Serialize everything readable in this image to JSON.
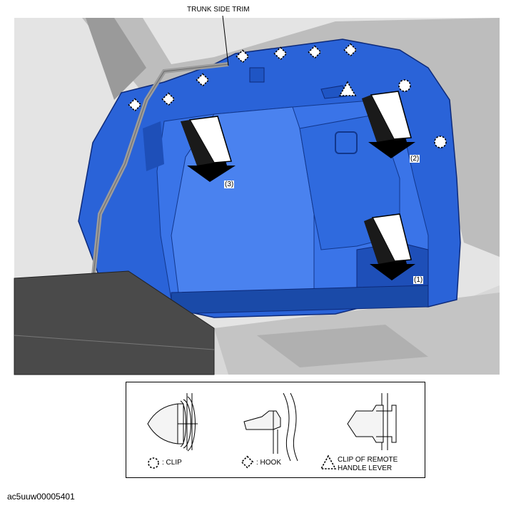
{
  "callout": {
    "label": "TRUNK SIDE TRIM"
  },
  "steps": [
    {
      "label": "(1)"
    },
    {
      "label": "(2)"
    },
    {
      "label": "(3)"
    }
  ],
  "legend": {
    "clip_label": ": CLIP",
    "hook_label": ": HOOK",
    "remote_clip_line1": "CLIP OF REMOTE",
    "remote_clip_line2": "HANDLE LEVER"
  },
  "figure_id": "ac5uuw00005401",
  "colors": {
    "trim": "#2a63d8",
    "trim_dark": "#173d9e",
    "body_gray": "#cfcfcf",
    "floor_dark": "#4a4a4a"
  }
}
